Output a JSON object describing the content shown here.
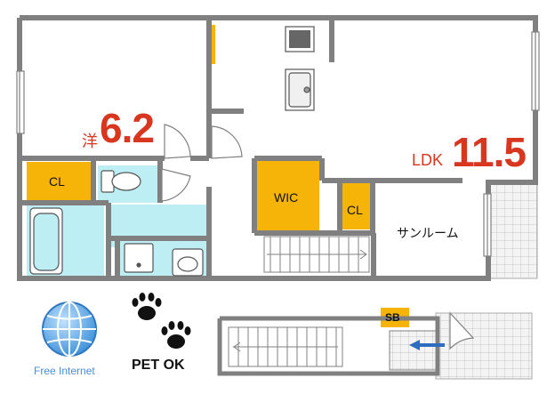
{
  "rooms": {
    "western": {
      "name": "洋",
      "size": "6.2"
    },
    "ldk": {
      "name": "LDK",
      "size": "11.5"
    },
    "cl_left": {
      "label": "CL"
    },
    "wic": {
      "label": "WIC"
    },
    "cl_right": {
      "label": "CL"
    },
    "sunroom": {
      "label": "サンルーム"
    },
    "sb": {
      "label": "SB"
    }
  },
  "badges": {
    "free_internet": {
      "label": "Free Internet",
      "icon": "globe-icon"
    },
    "pet_ok": {
      "label": "PET OK",
      "icon": "paw-icon"
    }
  },
  "colors": {
    "wall": "#808080",
    "storage": "#f6b409",
    "wet_area": "#bdeef3",
    "paw": "#111111",
    "globe": "#3a8fd8",
    "arrow": "#2e6cc0",
    "room_label": "#d9361f",
    "balcony_grid": "#c8c8c8"
  }
}
